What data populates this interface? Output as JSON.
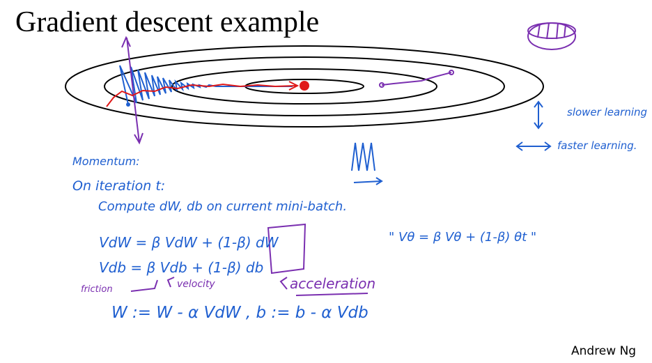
{
  "slide": {
    "title": "Gradient descent example",
    "author": "Andrew Ng"
  },
  "legend": {
    "slower": "slower learning",
    "faster": "faster learning."
  },
  "notes": {
    "momentum": "Momentum:",
    "iteration": "On iteration t:",
    "compute": "Compute  dW, db  on current  mini-batch.",
    "vdw": "VdW = β VdW  +  (1-β) dW",
    "vdb": "Vdb = β Vdb  +  (1-β) db",
    "ewa": "\" Vθ = β Vθ + (1-β) θt \"",
    "friction": "friction",
    "velocity": "velocity",
    "acceleration": "acceleration",
    "update": "W := W - α VdW  ,  b := b - α Vdb"
  },
  "colors": {
    "ink_black": "#000000",
    "ink_blue": "#1f5fd0",
    "ink_red": "#e01818",
    "ink_purple": "#7a2fb0"
  },
  "icons": {
    "bowl": "bowl-icon"
  }
}
